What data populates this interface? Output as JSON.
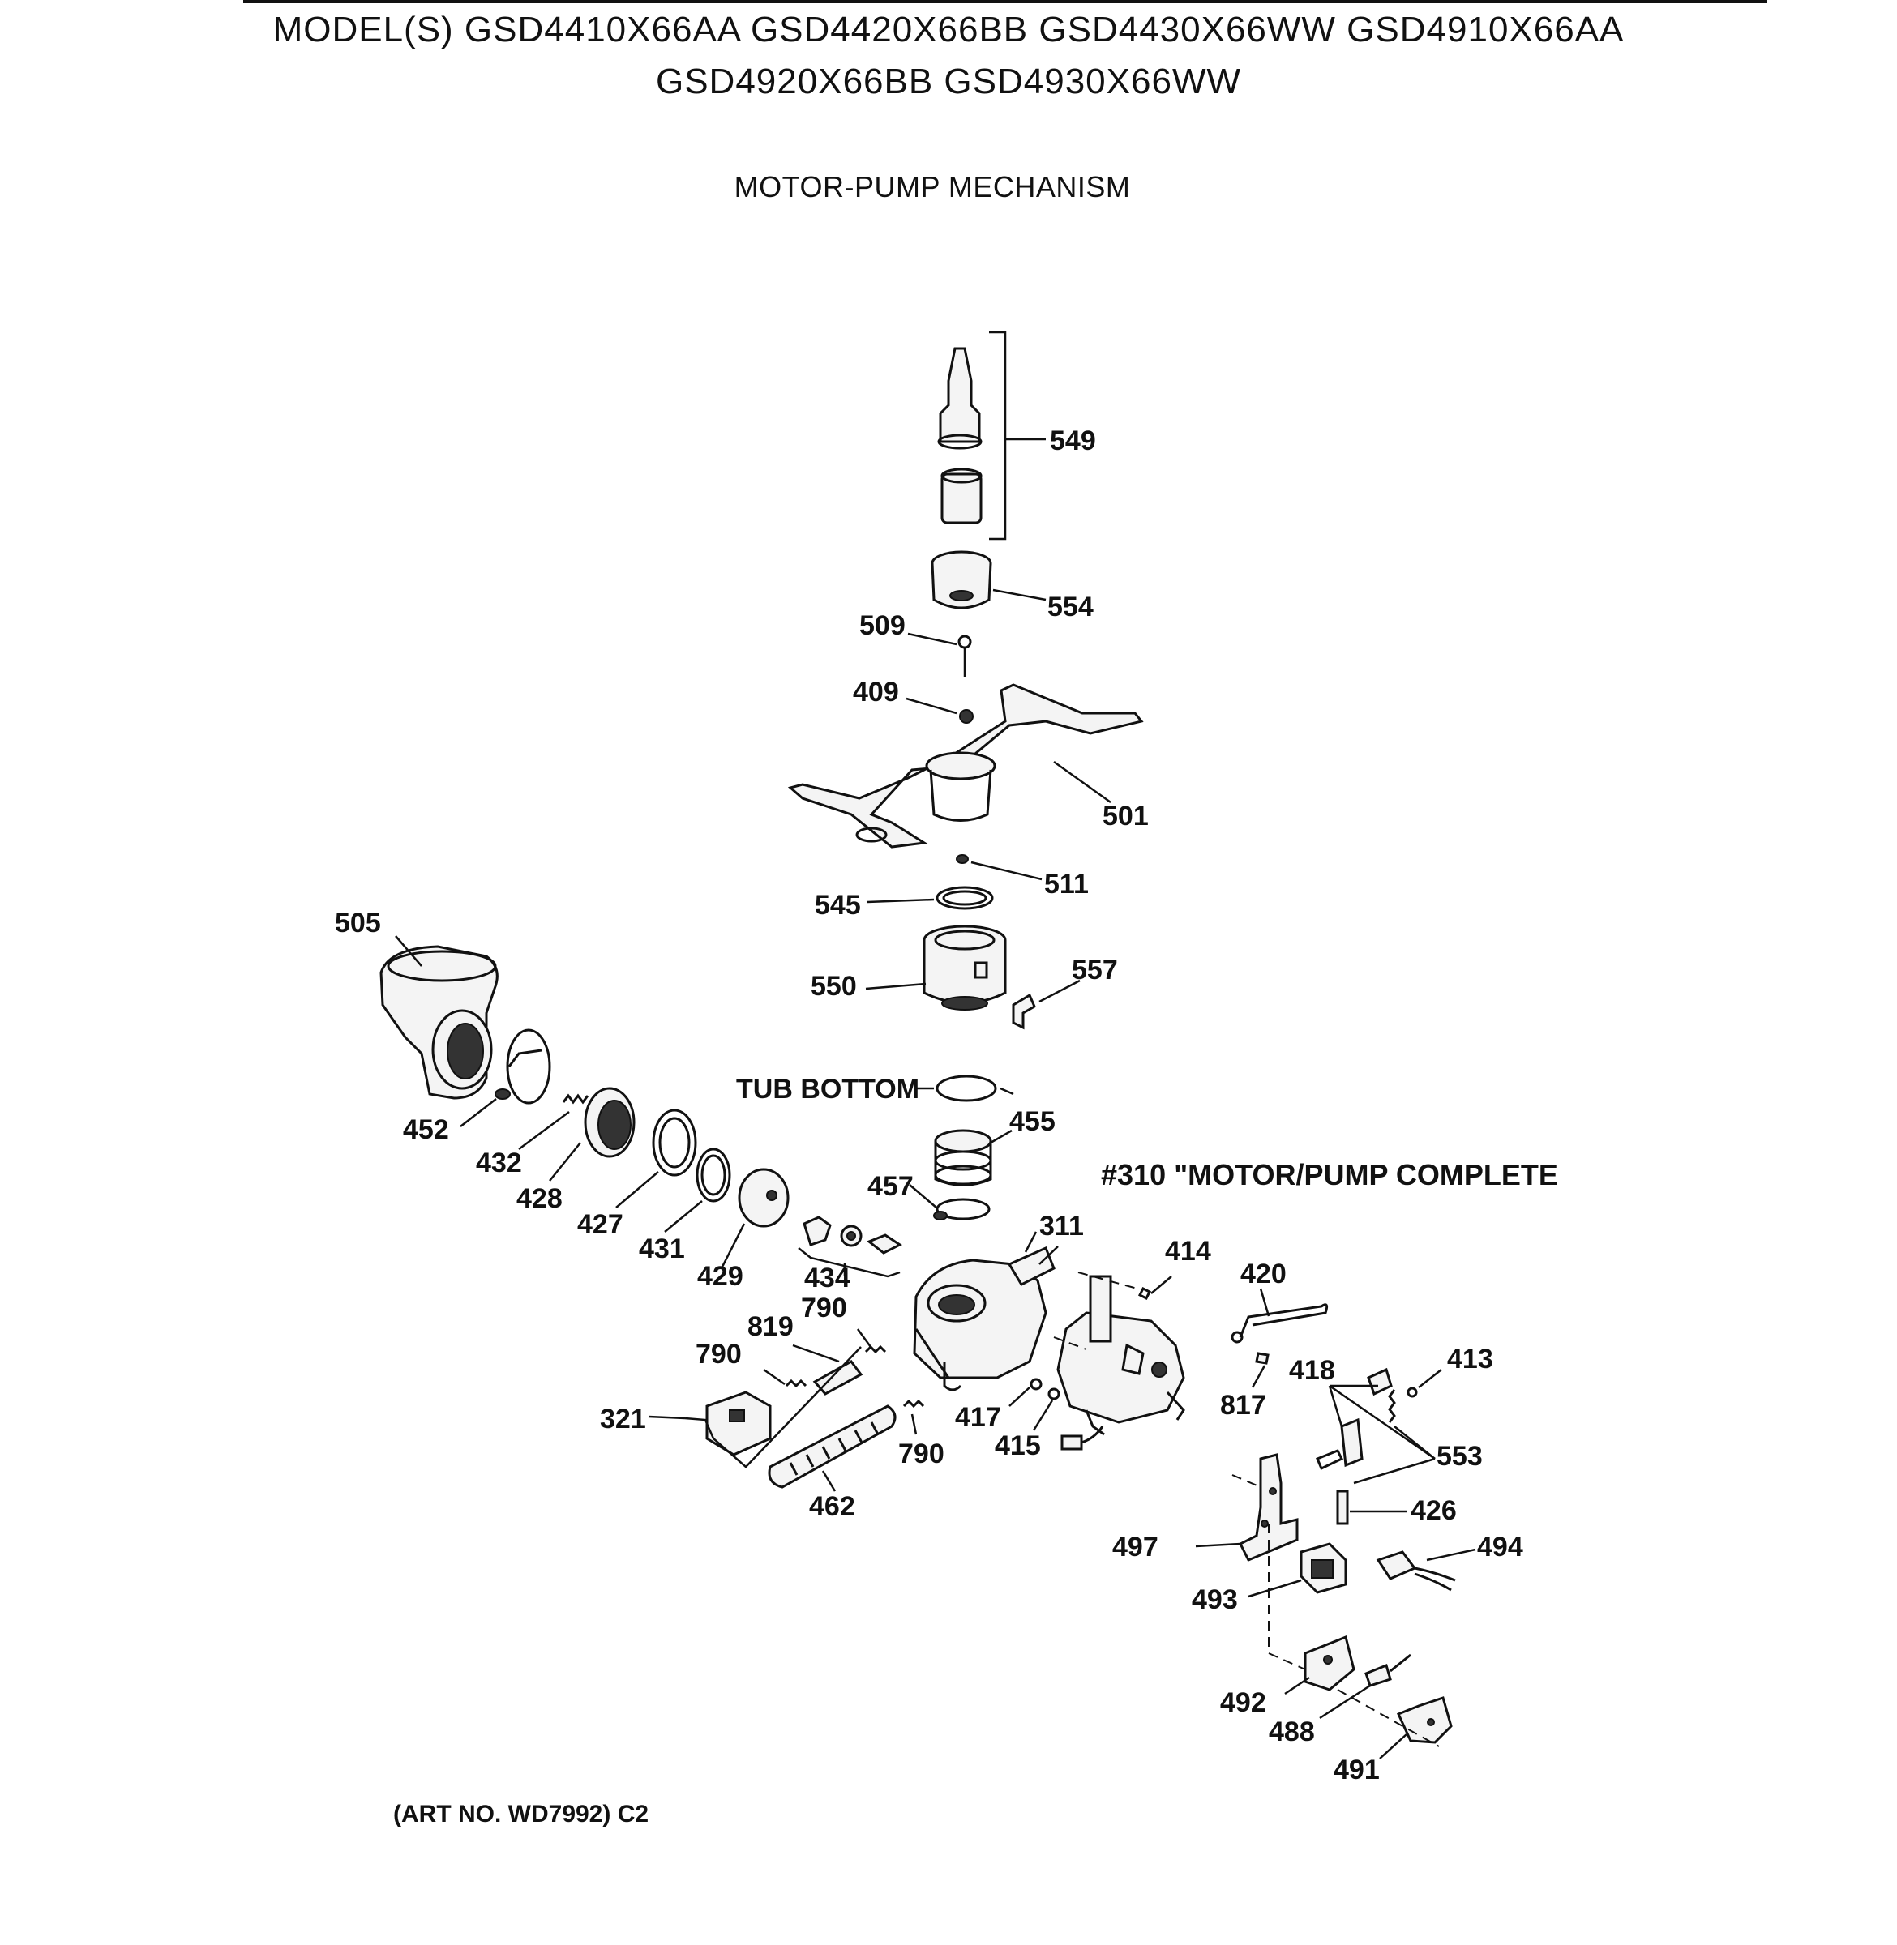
{
  "header": {
    "models_line1": "MODEL(S) GSD4410X66AA  GSD4420X66BB  GSD4430X66WW  GSD4910X66AA",
    "models_line2": "GSD4920X66BB  GSD4930X66WW",
    "section_title": "MOTOR-PUMP MECHANISM"
  },
  "labels": {
    "p549": "549",
    "p554": "554",
    "p509": "509",
    "p409": "409",
    "p501": "501",
    "p511": "511",
    "p545": "545",
    "p505": "505",
    "p550": "550",
    "p557": "557",
    "tub_bottom": "TUB BOTTOM",
    "p455": "455",
    "p452": "452",
    "p432": "432",
    "p428": "428",
    "p427": "427",
    "p431": "431",
    "p429": "429",
    "p434": "434",
    "p457": "457",
    "p311": "311",
    "complete": "#310 \"MOTOR/PUMP COMPLETE",
    "p414": "414",
    "p420": "420",
    "p413": "413",
    "p418": "418",
    "p817": "817",
    "p553": "553",
    "p790a": "790",
    "p819": "819",
    "p790b": "790",
    "p790c": "790",
    "p321": "321",
    "p462": "462",
    "p417": "417",
    "p415": "415",
    "p426": "426",
    "p494": "494",
    "p497": "497",
    "p493": "493",
    "p492": "492",
    "p488": "488",
    "p491": "491"
  },
  "footer": {
    "art_no": "(ART NO. WD7992) C2"
  }
}
